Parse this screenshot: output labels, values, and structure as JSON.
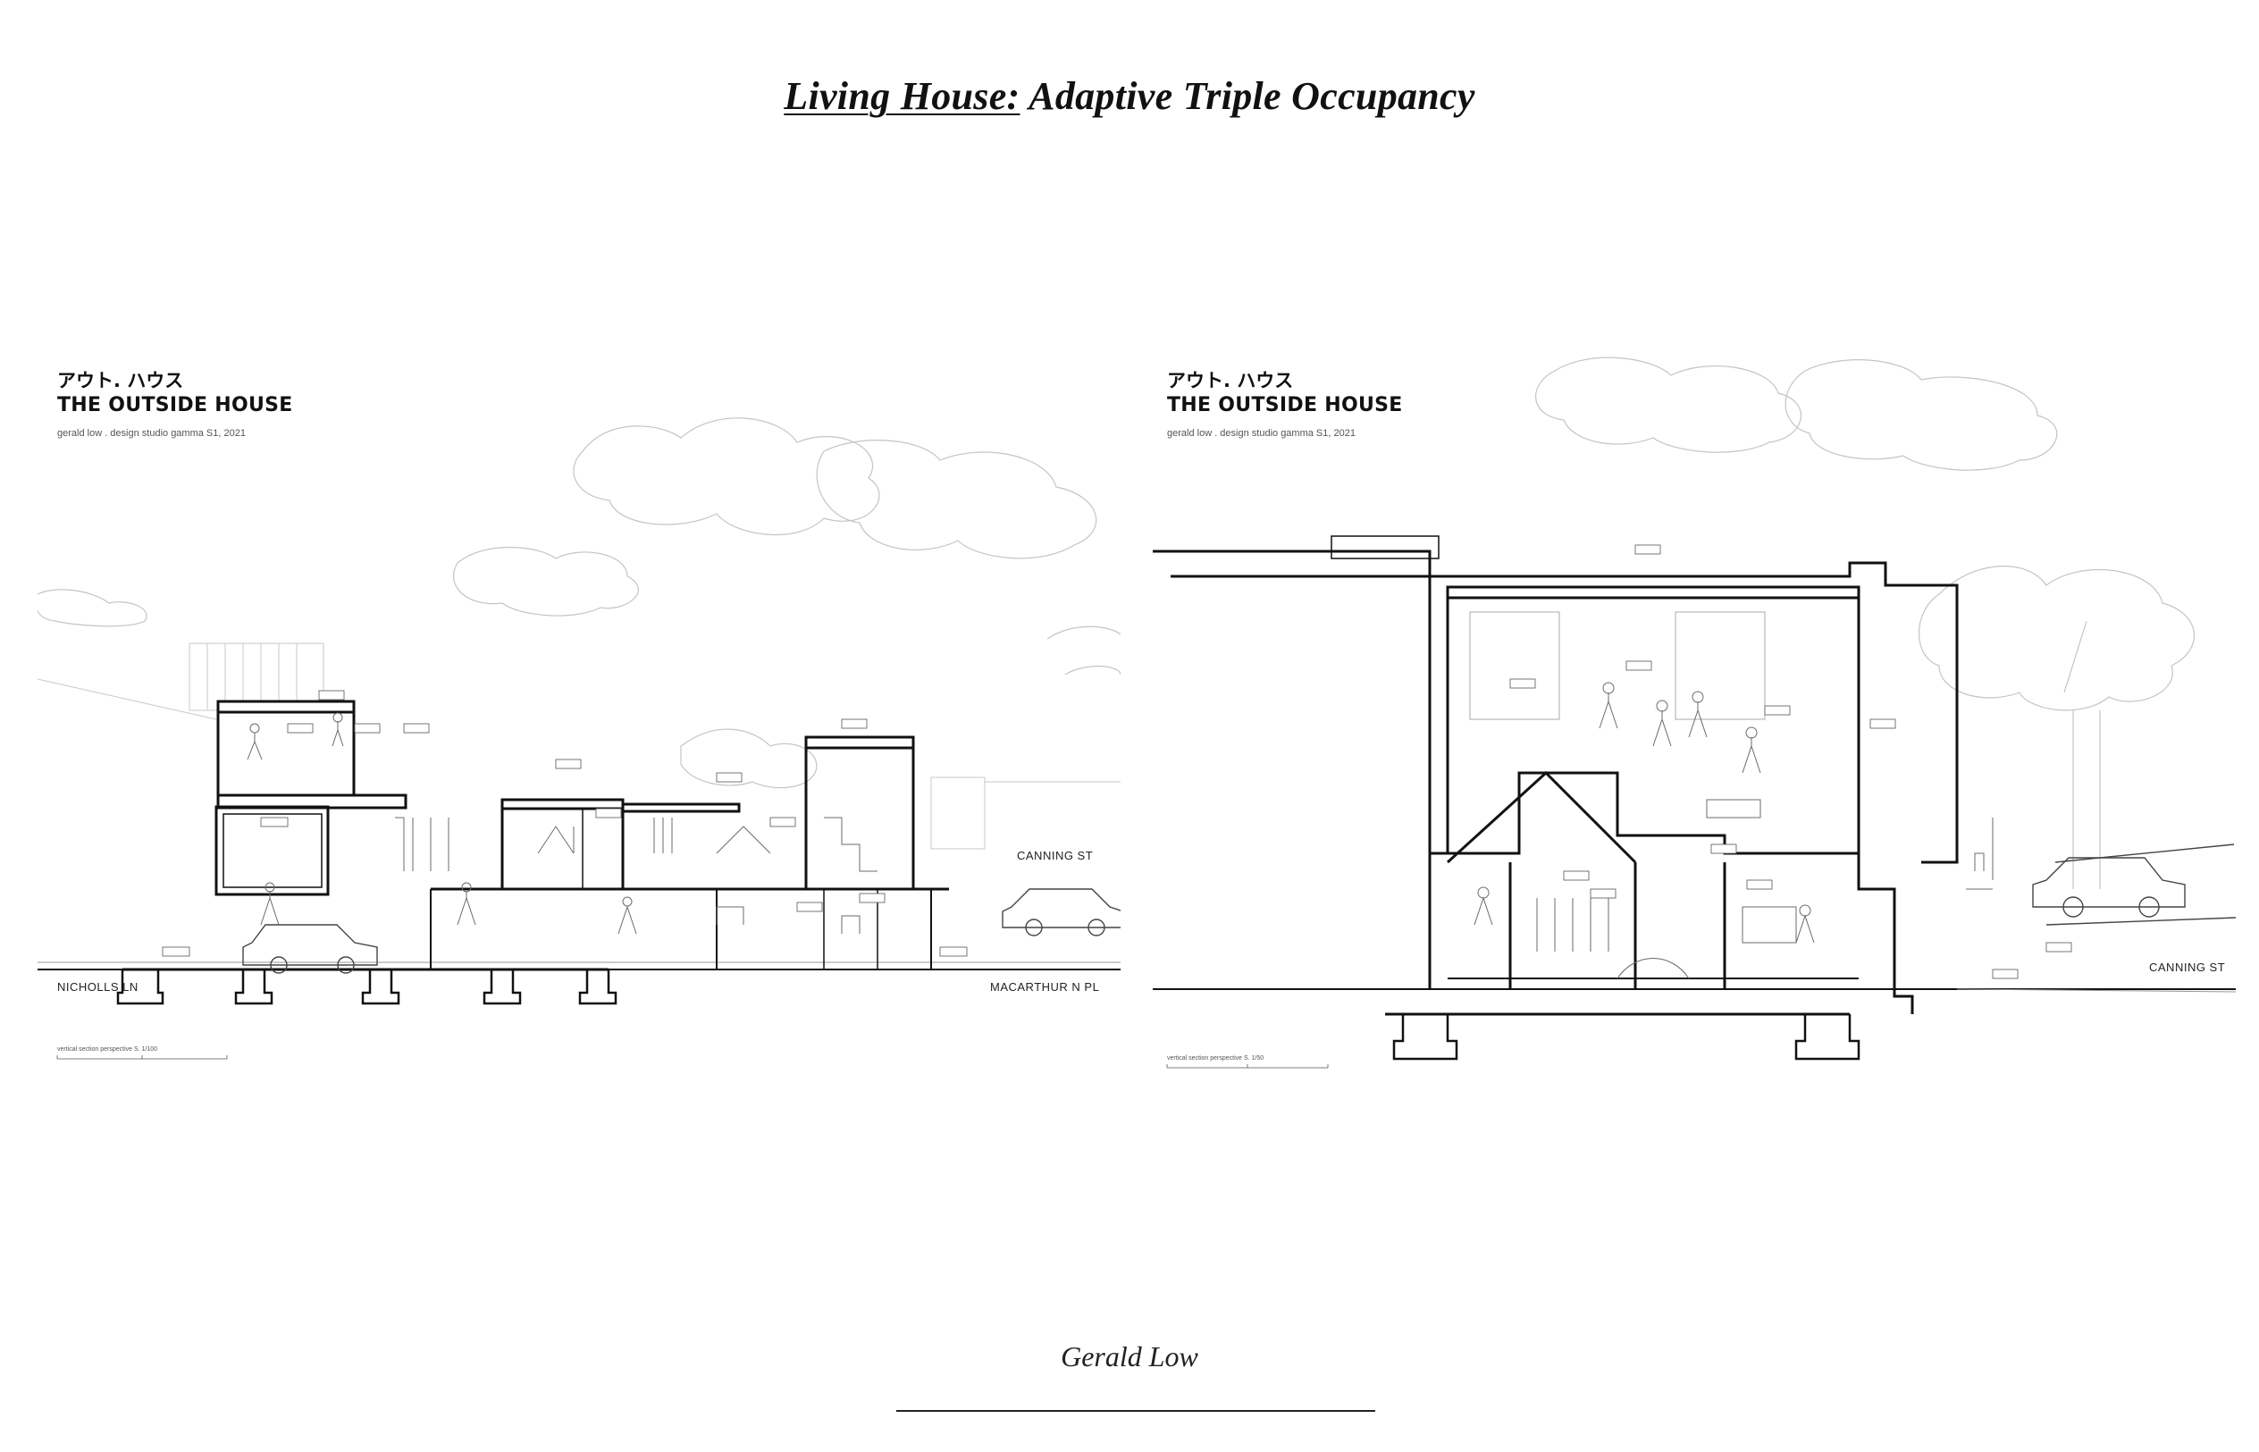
{
  "title": {
    "underlined": "Living House:",
    "rest": " Adaptive Triple Occupancy"
  },
  "panels": [
    {
      "japanese": "アウト. ハウス",
      "heading": "THE OUTSIDE HOUSE",
      "credit": "gerald low . design studio gamma S1, 2021",
      "streets": [
        "NICHOLLS LN",
        "CANNING ST",
        "MACARTHUR N PL"
      ],
      "scale_note": "vertical section perspective S. 1/100"
    },
    {
      "japanese": "アウト. ハウス",
      "heading": "THE OUTSIDE HOUSE",
      "credit": "gerald low . design studio gamma S1, 2021",
      "streets": [
        "CANNING ST"
      ],
      "scale_note": "vertical section perspective S. 1/50"
    }
  ],
  "author": "Gerald Low",
  "colors": {
    "ink": "#111111",
    "sketch": "#bdbdbd",
    "background": "#ffffff"
  }
}
